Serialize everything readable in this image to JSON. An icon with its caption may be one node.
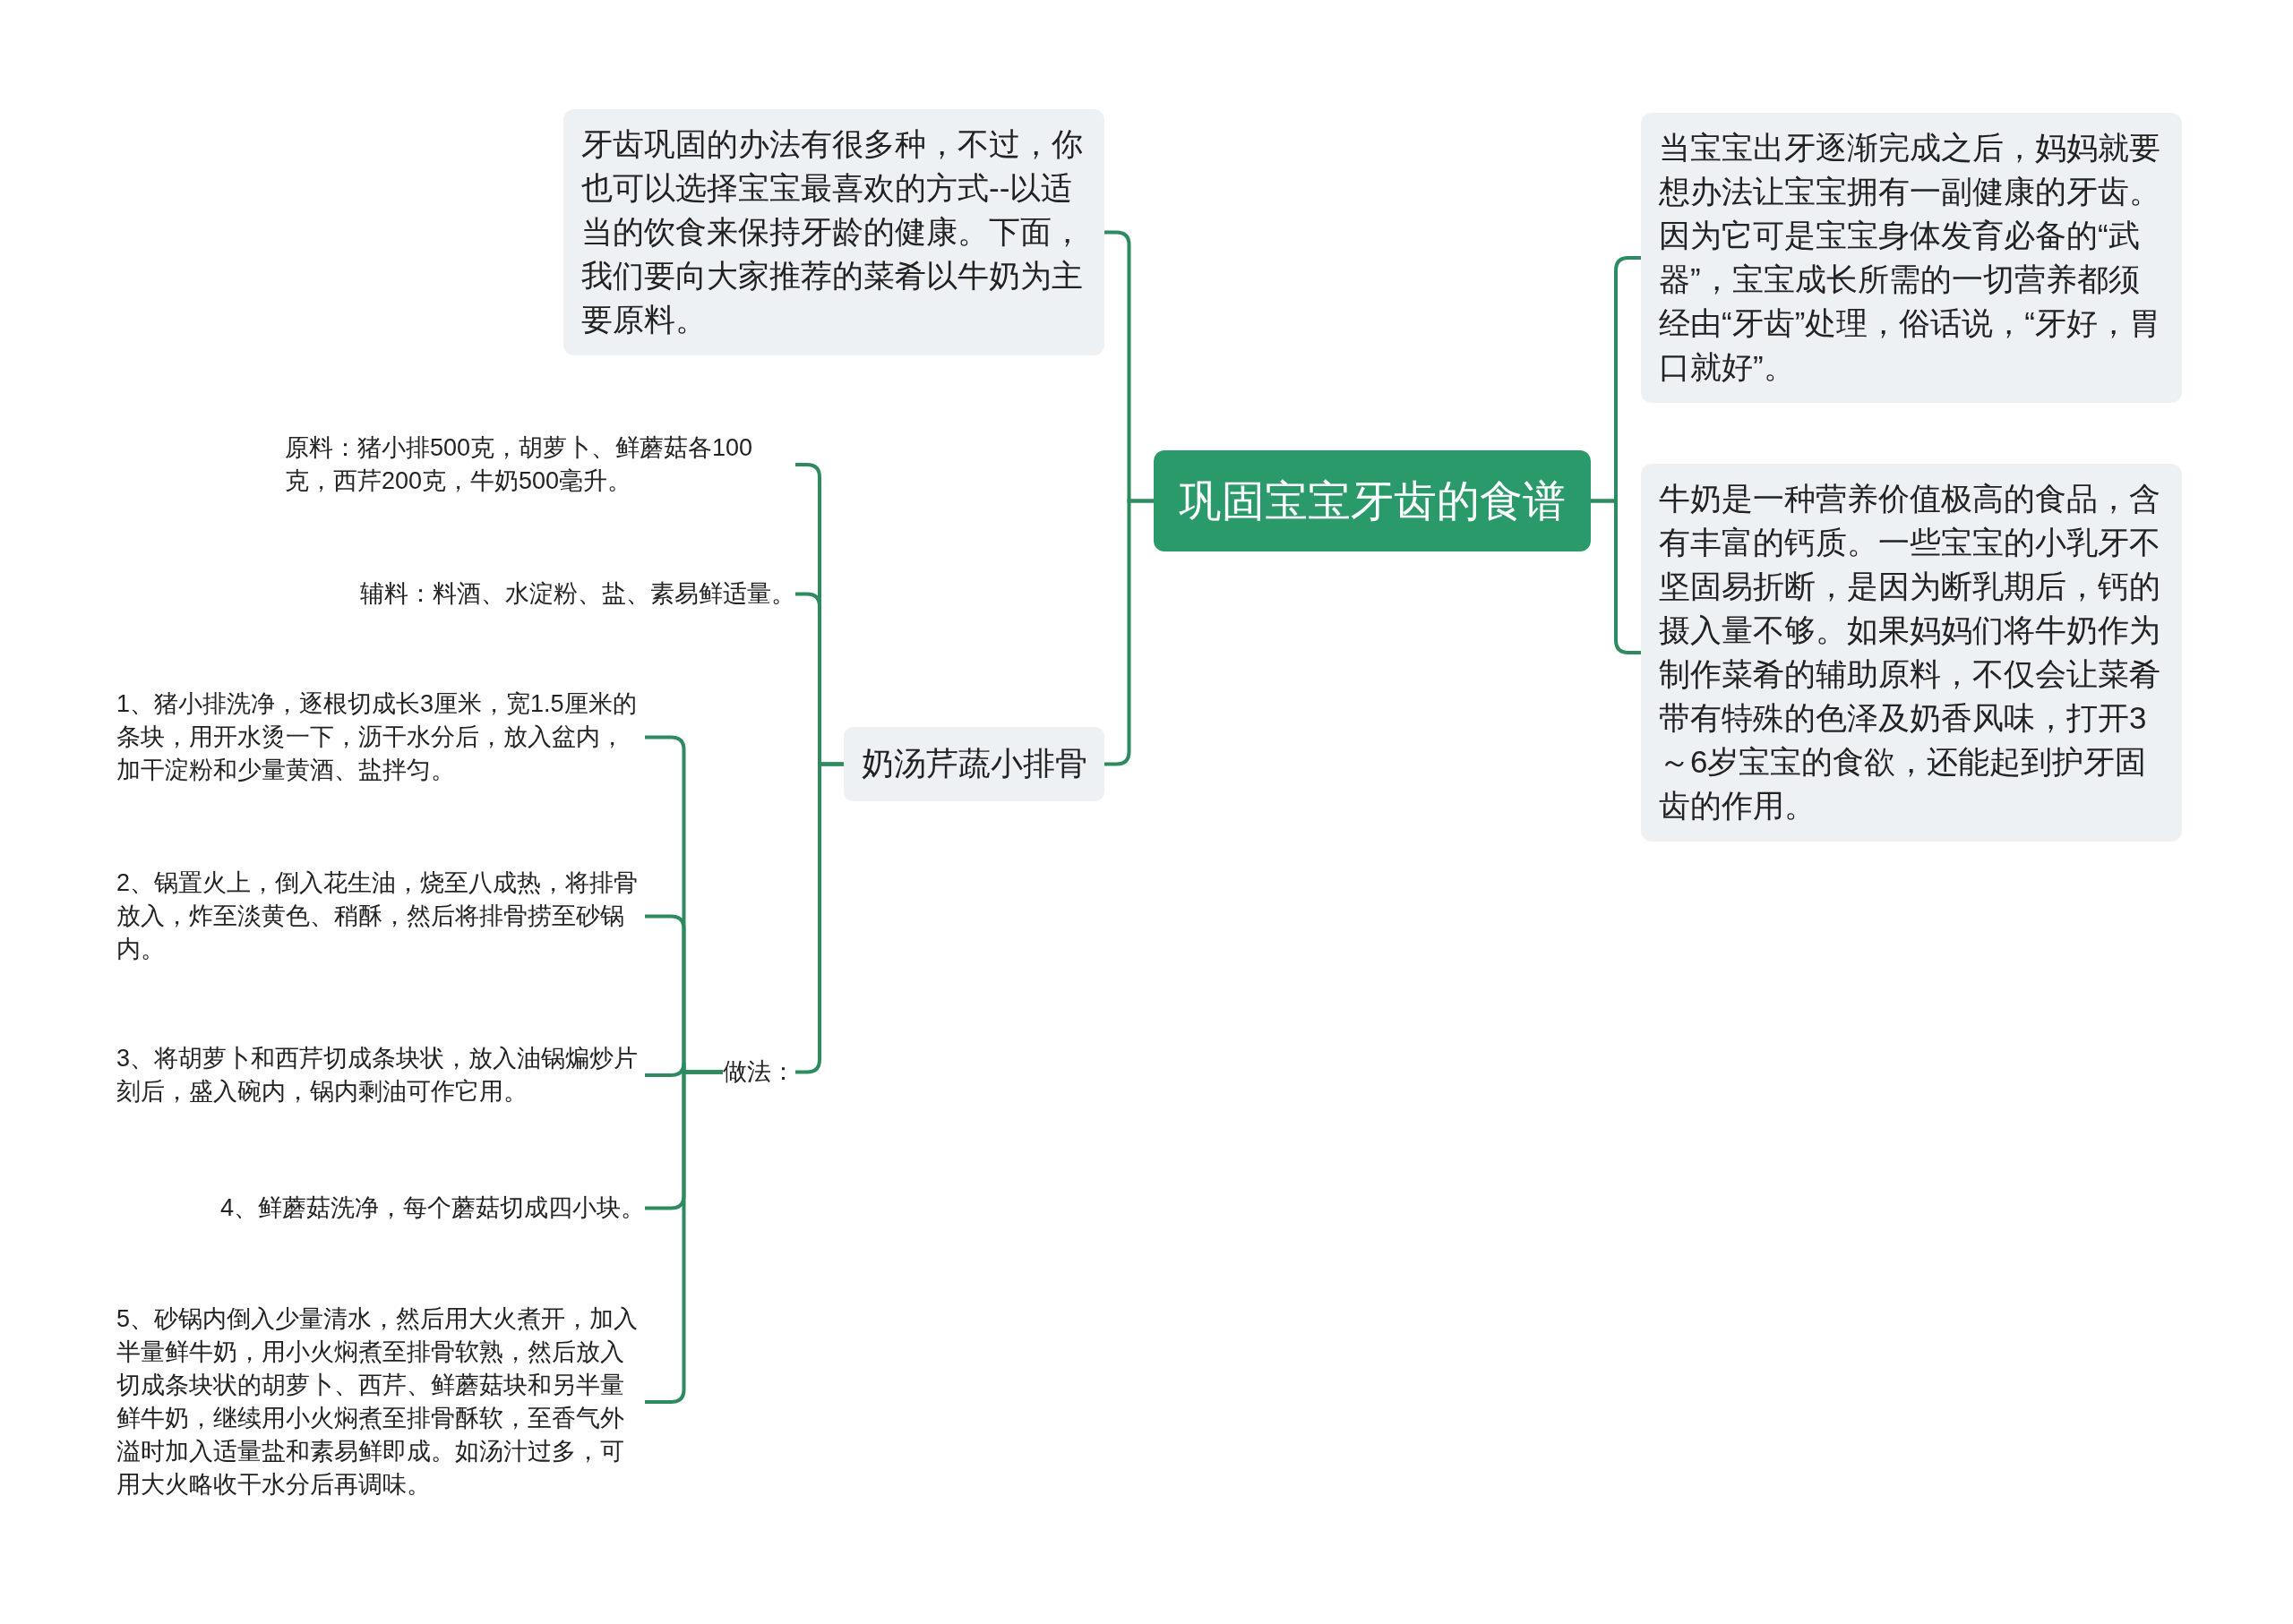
{
  "diagram": {
    "nodes": [
      {
        "text": [
          "巩固宝宝牙齿的食谱"
        ]
      },
      {
        "text": [
          "牙齿巩固的办法有很多种，不过，你也可以选择宝宝最喜欢的方式--以适当的饮食来保持牙龄的健康。下面，我们要向大家推荐的菜肴以牛奶为主要原料。"
        ]
      },
      {
        "text": [
          "奶汤芹蔬小排骨"
        ]
      },
      {
        "text": [
          "原料：猪小排500克，胡萝卜、鲜蘑菇各100克，西芹200克，牛奶500毫升。"
        ]
      },
      {
        "text": [
          "辅料：料酒、水淀粉、盐、素易鲜适量。"
        ]
      },
      {
        "text": [
          "做法："
        ]
      },
      {
        "text": [
          "1、猪小排洗净，逐根切成长3厘米，宽1.5厘米的条块，用开水烫一下，沥干水分后，放入盆内，加干淀粉和少量黄酒、盐拌匀。"
        ]
      },
      {
        "text": [
          "2、锅置火上，倒入花生油，烧至八成热，将排骨放入，炸至淡黄色、稍酥，然后将排骨捞至砂锅内。"
        ]
      },
      {
        "text": [
          "3、将胡萝卜和西芹切成条块状，放入油锅煸炒片刻后，盛入碗内，锅内剩油可作它用。"
        ]
      },
      {
        "text": [
          "4、鲜蘑菇洗净，每个蘑菇切成四小块。"
        ]
      },
      {
        "text": [
          "5、砂锅内倒入少量清水，然后用大火煮开，加入半量鲜牛奶，用小火焖煮至排骨软熟，然后放入切成条块状的胡萝卜、西芹、鲜蘑菇块和另半量鲜牛奶，继续用小火焖煮至排骨酥软，至香气外溢时加入适量盐和素易鲜即成。如汤汁过多，可用大火略收干水分后再调味。"
        ]
      },
      {
        "text": [
          "当宝宝出牙逐渐完成之后，妈妈就要想办法让宝宝拥有一副健康的牙齿。因为它可是宝宝身体发育必备的“武器”，宝宝成长所需的一切营养都须经由“牙齿”处理，俗话说，“牙好，胃口就好”。"
        ]
      },
      {
        "text": [
          "牛奶是一种营养价值极高的食品，含有丰富的钙质。一些宝宝的小乳牙不坚固易折断，是因为断乳期后，钙的摄入量不够。如果妈妈们将牛奶作为制作菜肴的辅助原料，不仅会让菜肴带有特殊的色泽及奶香风味，打开3～6岁宝宝的食欲，还能起到护牙固齿的作用。"
        ]
      }
    ],
    "edges": [
      {
        "from": 0,
        "to": 1,
        "arrow": "none"
      },
      {
        "from": 0,
        "to": 2,
        "arrow": "none"
      },
      {
        "from": 2,
        "to": 3,
        "arrow": "none"
      },
      {
        "from": 2,
        "to": 4,
        "arrow": "none"
      },
      {
        "from": 2,
        "to": 5,
        "arrow": "none"
      },
      {
        "from": 5,
        "to": 6,
        "arrow": "none"
      },
      {
        "from": 5,
        "to": 7,
        "arrow": "none"
      },
      {
        "from": 5,
        "to": 8,
        "arrow": "none"
      },
      {
        "from": 5,
        "to": 9,
        "arrow": "none"
      },
      {
        "from": 5,
        "to": 10,
        "arrow": "none"
      },
      {
        "from": 0,
        "to": 11,
        "arrow": "none"
      },
      {
        "from": 0,
        "to": 12,
        "arrow": "none"
      }
    ]
  }
}
